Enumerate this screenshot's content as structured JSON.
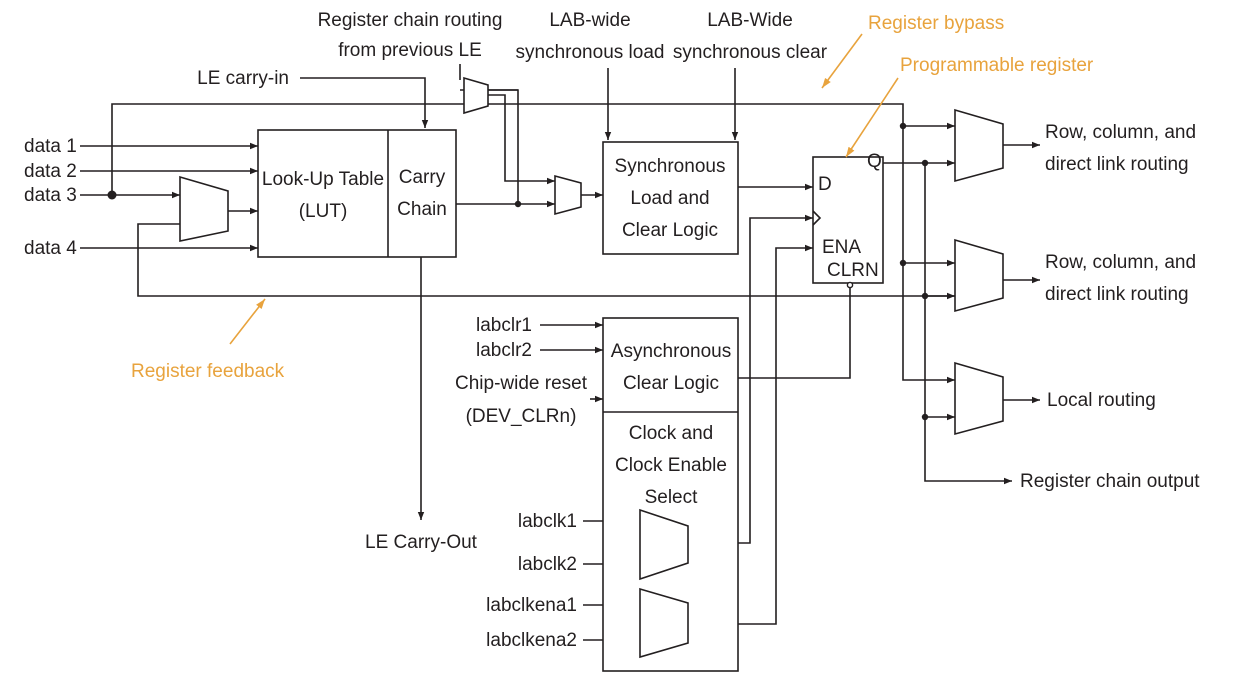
{
  "labels": {
    "reg_chain_routing_1": "Register chain routing",
    "reg_chain_routing_2": "from previous LE",
    "lab_sync_load_1": "LAB-wide",
    "lab_sync_load_2": "synchronous load",
    "lab_sync_clear_1": "LAB-Wide",
    "lab_sync_clear_2": "synchronous clear",
    "le_carry_in": "LE carry-in",
    "data1": "data 1",
    "data2": "data 2",
    "data3": "data 3",
    "data4": "data 4",
    "labclr1": "labclr1",
    "labclr2": "labclr2",
    "chip_reset_1": "Chip-wide reset",
    "chip_reset_2": "(DEV_CLRn)",
    "labclk1": "labclk1",
    "labclk2": "labclk2",
    "labclkena1": "labclkena1",
    "labclkena2": "labclkena2",
    "le_carry_out": "LE Carry-Out",
    "out1_1": "Row, column, and",
    "out1_2": "direct link routing",
    "out2_1": "Row, column, and",
    "out2_2": "direct link routing",
    "local_routing": "Local routing",
    "reg_chain_output": "Register chain output"
  },
  "blocks": {
    "lut_1": "Look-Up Table",
    "lut_2": "(LUT)",
    "carry_1": "Carry",
    "carry_2": "Chain",
    "sync_1": "Synchronous",
    "sync_2": "Load and",
    "sync_3": "Clear Logic",
    "async_1": "Asynchronous",
    "async_2": "Clear Logic",
    "clk_1": "Clock and",
    "clk_2": "Clock Enable",
    "clk_3": "Select",
    "reg_d": "D",
    "reg_q": "Q",
    "reg_ena": "ENA",
    "reg_clrn": "CLRN"
  },
  "annotations": {
    "register_bypass": "Register bypass",
    "programmable_register": "Programmable register",
    "register_feedback": "Register feedback"
  },
  "colors": {
    "line": "#231f20",
    "annotation": "#e8a33d",
    "background": "#ffffff"
  }
}
